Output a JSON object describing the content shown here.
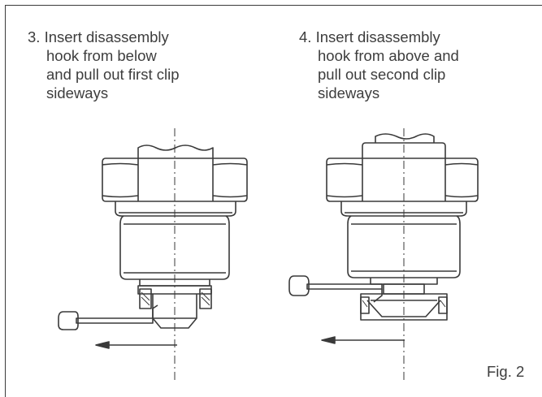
{
  "steps": [
    {
      "number": "3.",
      "lines": [
        "Insert disassembly",
        "hook from below",
        "and pull out first clip",
        "sideways"
      ]
    },
    {
      "number": "4.",
      "lines": [
        "Insert disassembly",
        "hook from above and",
        "pull out second clip",
        "sideways"
      ]
    }
  ],
  "figure_label": "Fig. 2",
  "colors": {
    "line": "#3a3a3a",
    "text": "#3d3d3d",
    "background": "#ffffff"
  },
  "icons": {
    "direction_arrow": "arrow-left-icon"
  }
}
